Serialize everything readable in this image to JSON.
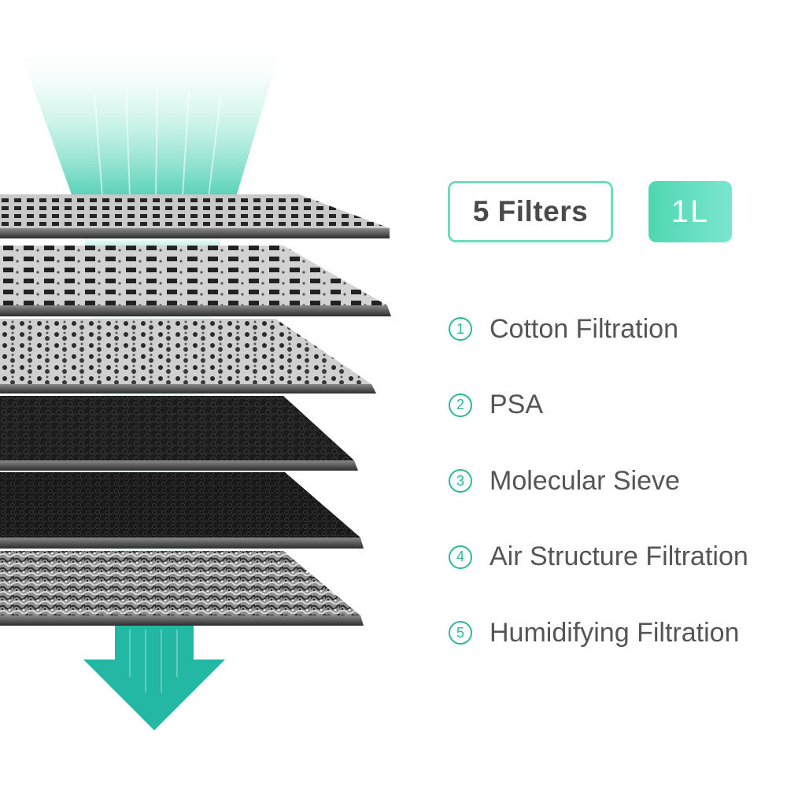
{
  "badges": {
    "filters": "5 Filters",
    "capacity": "1L"
  },
  "filters": [
    {
      "num": "1",
      "label": "Cotton Filtration"
    },
    {
      "num": "2",
      "label": "PSA"
    },
    {
      "num": "3",
      "label": "Molecular Sieve"
    },
    {
      "num": "4",
      "label": "Air Structure Filtration"
    },
    {
      "num": "5",
      "label": "Humidifying Filtration"
    }
  ],
  "colors": {
    "accent": "#2db89a",
    "badge_border": "#6fdcc0",
    "badge_fill_start": "#4fd6b0",
    "badge_fill_end": "#7be6cf",
    "text": "#555555",
    "arrow": "#22b8a3"
  },
  "icons": {
    "arrow": "arrow-down-icon"
  }
}
